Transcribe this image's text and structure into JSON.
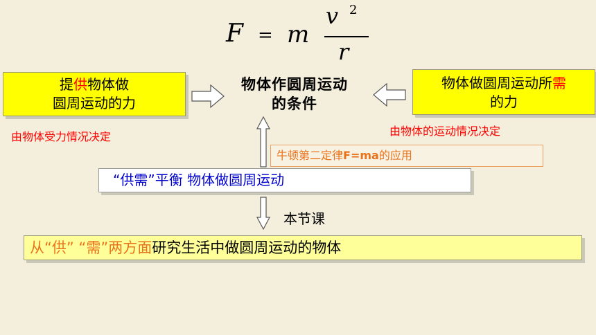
{
  "formula": {
    "lhs": "F",
    "equals": "=",
    "mass": "m",
    "numerator": "v",
    "exponent": "2",
    "denominator": "r"
  },
  "left_box": {
    "line1_prefix": "提",
    "line1_highlight": "供",
    "line1_suffix": "物体做",
    "line2": "圆周运动的力"
  },
  "left_note": "由物体受力情况决定",
  "center_title": {
    "line1": "物体作圆周运动",
    "line2": "的条件"
  },
  "right_box": {
    "line1_prefix": "物体做圆周运动所",
    "line1_highlight": "需",
    "line2": "的力"
  },
  "right_note": "由物体的运动情况决定",
  "newton_box": {
    "prefix": "牛顿第二定律",
    "formula": "F=ma",
    "suffix": "的应用"
  },
  "balance_box": {
    "highlight": "“供需”平衡",
    "rest": " 物体做圆周运动"
  },
  "lesson_label": "本节课",
  "bottom_box": {
    "highlight": "从“供” “需”两方面",
    "rest": "研究生活中做圆周运动的物体"
  },
  "colors": {
    "background": "#f4efdc",
    "yellow": "#ffff00",
    "light_yellow": "#ffff99",
    "red": "#ff0000",
    "orange": "#e8731c",
    "blue": "#0000cc"
  }
}
